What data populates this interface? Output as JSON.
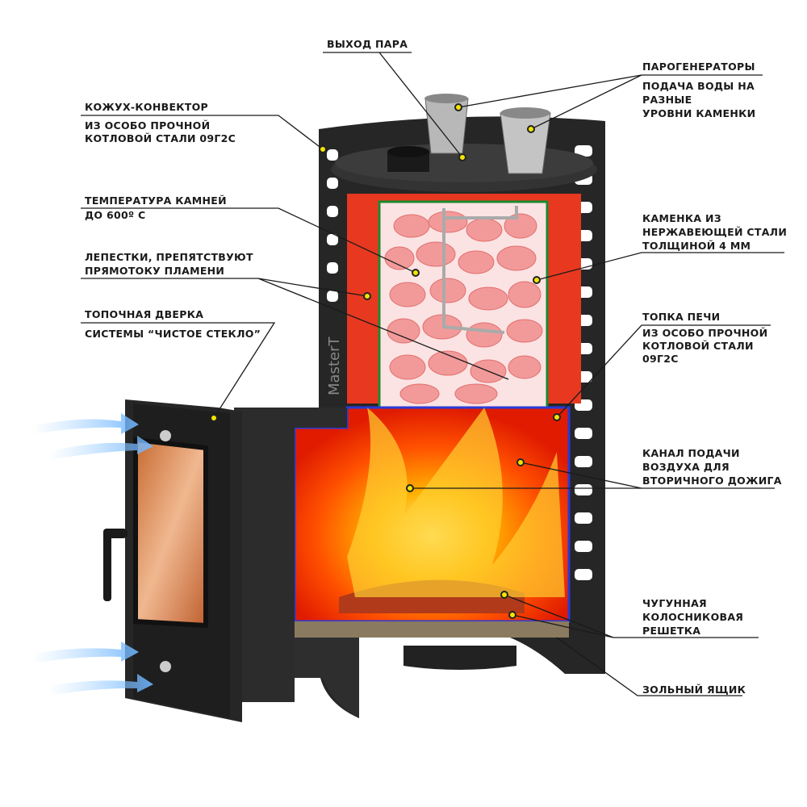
{
  "labels": {
    "steam_outlet": {
      "title": "ВЫХОД ПАРА"
    },
    "steam_generators": {
      "title": "ПАРОГЕНЕРАТОРЫ",
      "sub": "ПОДАЧА ВОДЫ НА\nРАЗНЫЕ\nУРОВНИ КАМЕНКИ"
    },
    "convector_casing": {
      "title": "КОЖУХ-КОНВЕКТОР",
      "sub": "ИЗ ОСОБО ПРОЧНОЙ\nКОТЛОВОЙ СТАЛИ 09Г2С"
    },
    "stone_temperature": {
      "title": "ТЕМПЕРАТУРА КАМНЕЙ",
      "sub": "ДО 600º С"
    },
    "petals": {
      "title": "ЛЕПЕСТКИ, ПРЕПЯТСТВУЮТ\nПРЯМОТОКУ ПЛАМЕНИ"
    },
    "firebox_door": {
      "title": "ТОПОЧНАЯ ДВЕРКА",
      "sub": "СИСТЕМЫ “ЧИСТОЕ СТЕКЛО”"
    },
    "heater": {
      "title": "КАМЕНКА ИЗ\nНЕРЖАВЕЮЩЕЙ СТАЛИ\nТОЛЩИНОЙ 4 ММ"
    },
    "furnace": {
      "title": "ТОПКА ПЕЧИ",
      "sub": "ИЗ ОСОБО ПРОЧНОЙ\nКОТЛОВОЙ СТАЛИ\n09Г2С"
    },
    "air_channel": {
      "title": "КАНАЛ ПОДАЧИ\nВОЗДУХА ДЛЯ\nВТОРИЧНОГО ДОЖИГА"
    },
    "grate": {
      "title": "ЧУГУННАЯ\nКОЛОСНИКОВАЯ\nРЕШЕТКА"
    },
    "ash_box": {
      "title": "ЗОЛЬНЫЙ ЯЩИК"
    }
  },
  "brand_text": "MasterT",
  "colors": {
    "marker": "#f5e400",
    "steel": "#2b2b2b",
    "flame": "#ff5a00",
    "stones": "#f08080",
    "edge_blue": "#2a3ad8",
    "edge_green": "#1e8a2e"
  }
}
